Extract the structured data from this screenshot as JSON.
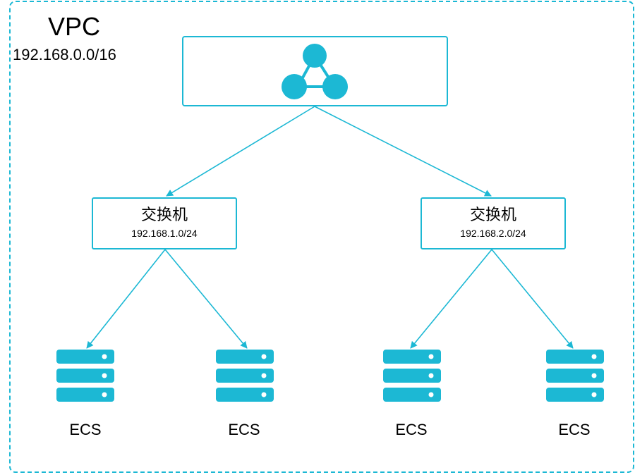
{
  "vpc": {
    "title": "VPC",
    "cidr": "192.168.0.0/16"
  },
  "router": {
    "icon": "router-icon"
  },
  "switches": [
    {
      "name": "交换机",
      "cidr": "192.168.1.0/24"
    },
    {
      "name": "交换机",
      "cidr": "192.168.2.0/24"
    }
  ],
  "ecs": [
    {
      "label": "ECS",
      "icon": "server-icon"
    },
    {
      "label": "ECS",
      "icon": "server-icon"
    },
    {
      "label": "ECS",
      "icon": "server-icon"
    },
    {
      "label": "ECS",
      "icon": "server-icon"
    }
  ],
  "colors": {
    "accent": "#1cb8d4"
  }
}
